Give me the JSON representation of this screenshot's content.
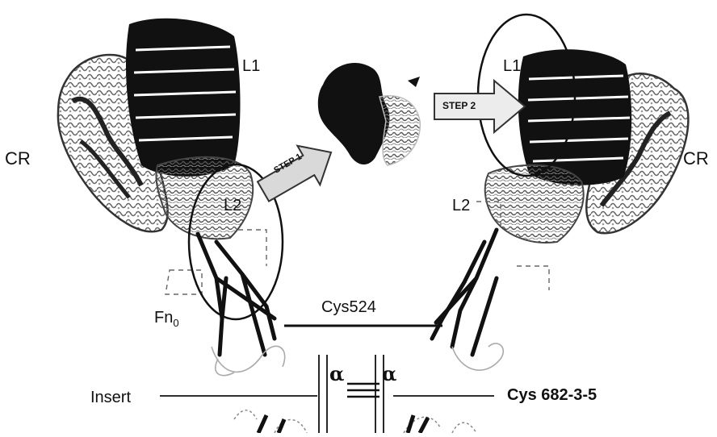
{
  "labels": {
    "cr_left": "CR",
    "cr_right": "CR",
    "l1_left": "L1",
    "l1_right": "L1",
    "l2_left": "L2",
    "l2_right": "L2",
    "fn0_main": "Fn",
    "fn0_sub": "0",
    "cys524": "Cys524",
    "insert": "Insert",
    "alpha_left": "α",
    "alpha_right": "α",
    "cys682": "Cys 682-3-5",
    "step1": "STEP 1",
    "step2": "STEP 2"
  }
}
